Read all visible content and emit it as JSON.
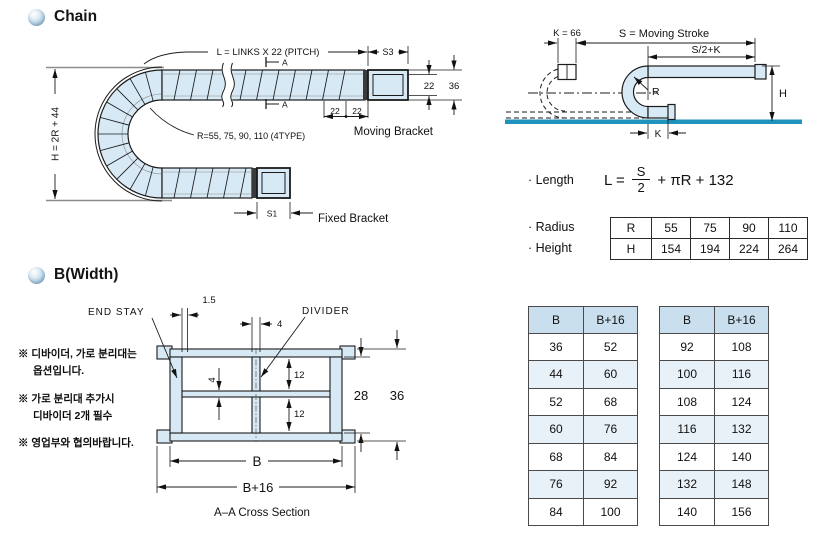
{
  "header": {
    "chain_title": "Chain",
    "width_title": "B(Width)"
  },
  "chain_drawing": {
    "dim_length_label": "L = LINKS X 22 (PITCH)",
    "dim_s3": "S3",
    "dim_h_label": "H = 2R + 44",
    "radius_note": "R=55, 75, 90, 110 (4TYPE)",
    "section_mark_a": "A",
    "pitch_left": "22",
    "pitch_right": "22",
    "bracket_height_inner": "22",
    "bracket_height_outer": "36",
    "moving_bracket_label": "Moving Bracket",
    "fixed_bracket_label": "Fixed Bracket",
    "dim_s1": "S1"
  },
  "stroke_diagram": {
    "dim_k66": "K = 66",
    "dim_stroke": "S = Moving Stroke",
    "dim_s2k": "S/2+K",
    "label_r": "R",
    "label_h": "H",
    "label_k": "K"
  },
  "length_formula": {
    "label": "· Length",
    "lhs": "L =",
    "numerator": "S",
    "denominator": "2",
    "tail": "+ πR + 132"
  },
  "radius_height": {
    "radius_label": "· Radius",
    "height_label": "· Height",
    "row_r": {
      "name": "R",
      "v1": "55",
      "v2": "75",
      "v3": "90",
      "v4": "110"
    },
    "row_h": {
      "name": "H",
      "v1": "154",
      "v2": "194",
      "v3": "224",
      "v4": "264"
    }
  },
  "cross_section": {
    "end_stay_label": "END STAY",
    "divider_label": "DIVIDER",
    "dim_wall": "1.5",
    "dim_divider_width": "4",
    "dim_shelf_thickness": "4",
    "dim_gap_top": "12",
    "dim_gap_bottom": "12",
    "dim_inner_height": "28",
    "dim_outer_height": "36",
    "dim_b": "B",
    "dim_b16": "B+16",
    "caption": "A–A Cross Section"
  },
  "notes": {
    "n1_line1": "※ 디바이더, 가로 분리대는",
    "n1_line2": "옵션입니다.",
    "n2_line1": "※ 가로 분리대 추가시",
    "n2_line2": "디바이더 2개 필수",
    "n3_line1": "※ 영업부와 협의바랍니다."
  },
  "width_tables": {
    "left": {
      "h1": "B",
      "h2": "B+16",
      "rows": [
        [
          "36",
          "52"
        ],
        [
          "44",
          "60"
        ],
        [
          "52",
          "68"
        ],
        [
          "60",
          "76"
        ],
        [
          "68",
          "84"
        ],
        [
          "76",
          "92"
        ],
        [
          "84",
          "100"
        ]
      ]
    },
    "right": {
      "h1": "B",
      "h2": "B+16",
      "rows": [
        [
          "92",
          "108"
        ],
        [
          "100",
          "116"
        ],
        [
          "108",
          "124"
        ],
        [
          "116",
          "132"
        ],
        [
          "124",
          "140"
        ],
        [
          "132",
          "148"
        ],
        [
          "140",
          "156"
        ]
      ]
    }
  },
  "colors": {
    "chain_fill": "#d7e9f5",
    "line": "#1b1b1b",
    "baseline_teal": "#1e94bc",
    "table_header_bg": "#c9dfee",
    "table_alt_bg": "#e8f1f8"
  }
}
